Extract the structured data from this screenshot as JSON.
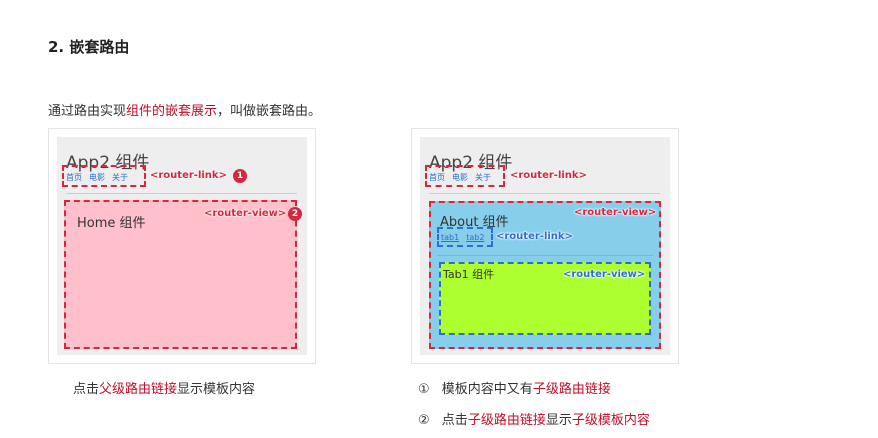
{
  "heading": "2. 嵌套路由",
  "intro": {
    "before": "通过路由实现",
    "highlight": "组件的嵌套展示",
    "after": "，叫做嵌套路由。"
  },
  "left_figure": {
    "app_title": "App2 组件",
    "links": [
      "首页",
      "电影",
      "关于"
    ],
    "router_link_tag": "<router-link>",
    "badge1": "1",
    "home_title": "Home 组件",
    "router_view_tag": "<router-view>",
    "badge2": "2",
    "view_bg": "#ffc0cb",
    "caption": {
      "before": "点击",
      "highlight": "父级路由链接",
      "after": "显示模板内容"
    }
  },
  "right_figure": {
    "app_title": "App2 组件",
    "links": [
      "首页",
      "电影",
      "关于"
    ],
    "router_link_tag": "<router-link>",
    "about_title": "About 组件",
    "router_view_tag": "<router-view>",
    "sub_links": [
      "tab1",
      "tab2"
    ],
    "sub_router_link_tag": "<router-link>",
    "tab1_title": "Tab1 组件",
    "sub_router_view_tag": "<router-view>",
    "about_bg": "#87ceeb",
    "tab_bg": "#adff2f"
  },
  "notes": [
    {
      "marker": "①",
      "before": "模板内容中又有",
      "highlight": "子级路由链接",
      "after": "",
      "highlight2": ""
    },
    {
      "marker": "②",
      "before": "点击",
      "highlight": "子级路由链接",
      "after": "显示",
      "highlight2": "子级模板内容"
    }
  ]
}
